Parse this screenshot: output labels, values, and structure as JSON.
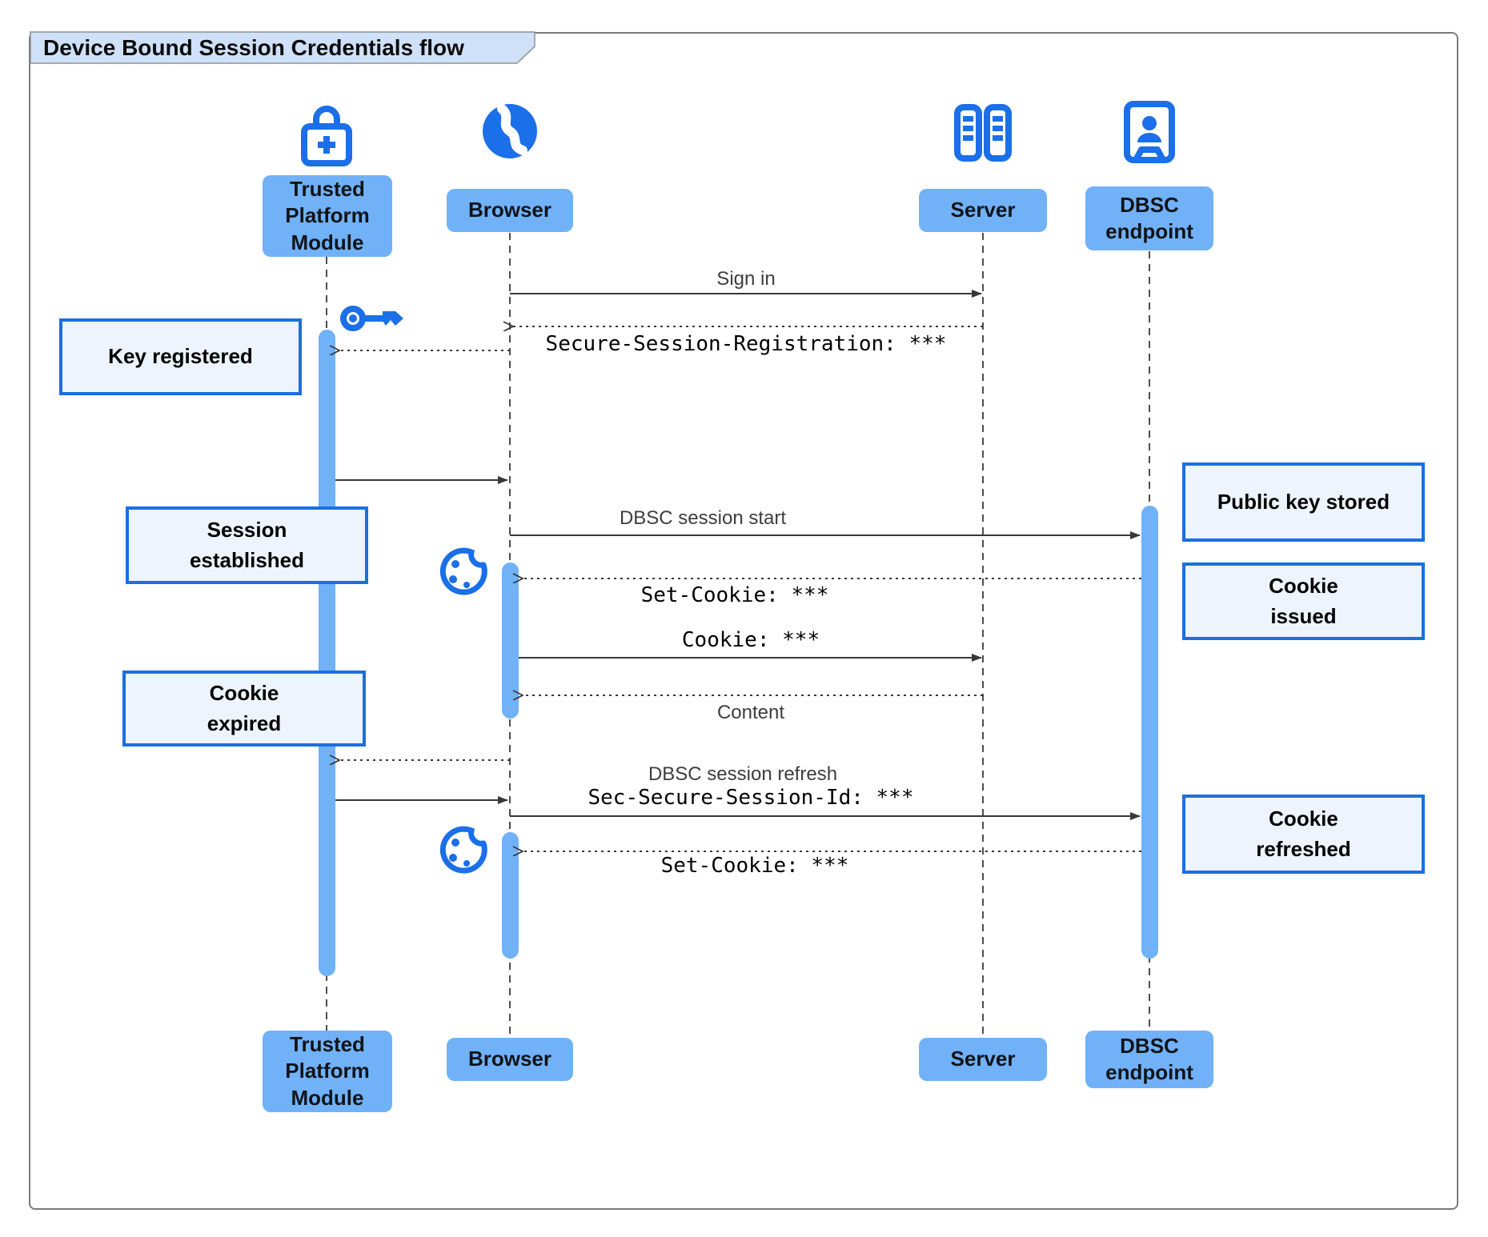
{
  "title": "Device Bound Session Credentials flow",
  "actors": {
    "tpm": {
      "label": "Trusted Platform Module",
      "icon": "lock-plus-icon"
    },
    "browser": {
      "label": "Browser",
      "icon": "globe-icon"
    },
    "server": {
      "label": "Server",
      "icon": "server-racks-icon"
    },
    "dbsc": {
      "label": "DBSC endpoint",
      "icon": "kiosk-person-icon"
    }
  },
  "messages": {
    "sign_in": "Sign in",
    "session_registration": "Secure-Session-Registration: ***",
    "dbsc_session_start": "DBSC session start",
    "set_cookie_issue": "Set-Cookie: ***",
    "cookie": "Cookie: ***",
    "content": "Content",
    "dbsc_session_refresh": "DBSC session refresh",
    "secure_session_id": "Sec-Secure-Session-Id: ***",
    "set_cookie_refresh": "Set-Cookie: ***"
  },
  "notes": {
    "key_registered": "Key registered",
    "session_established": "Session established",
    "cookie_expired": "Cookie expired",
    "public_key_stored": "Public key stored",
    "cookie_issued": "Cookie issued",
    "cookie_refreshed": "Cookie refreshed"
  },
  "icons": {
    "decorations": [
      "key-icon",
      "cookie-icon",
      "cookie-icon"
    ]
  },
  "colors": {
    "accent_blue": "#1b6fe8",
    "actor_fill": "#70b1f8",
    "activation_fill": "#70b1f8",
    "note_fill": "#edf4fd",
    "note_border": "#1a6fe0",
    "line": "#383838",
    "title_tab_fill": "#cfe1f9"
  }
}
